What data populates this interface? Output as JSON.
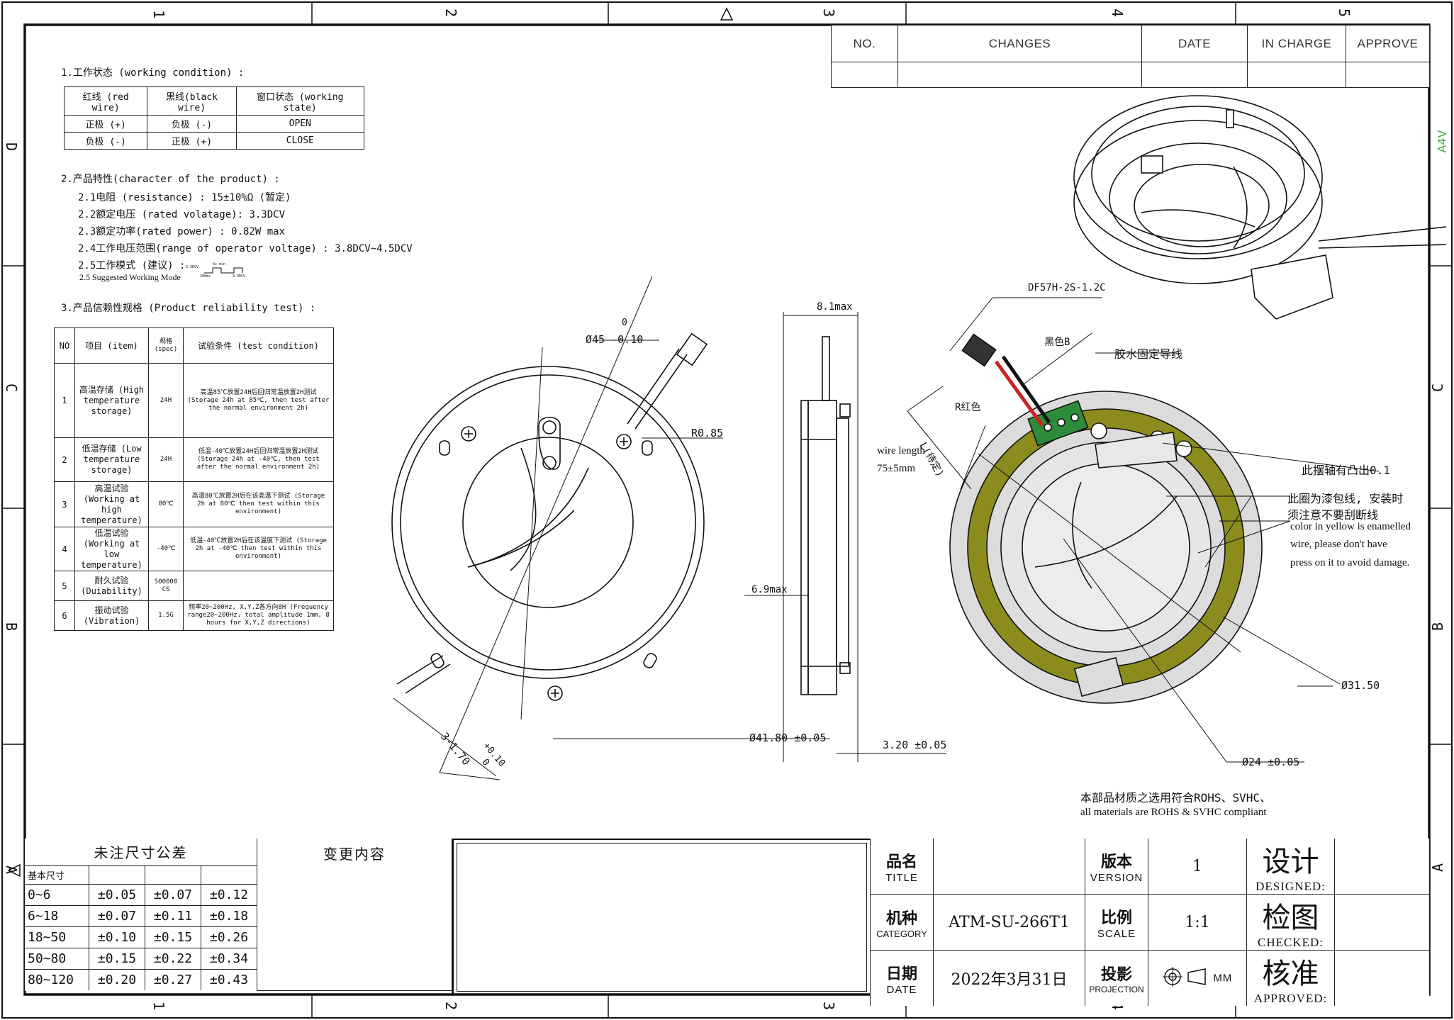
{
  "border": {
    "top_numbers": [
      "1",
      "2",
      "3",
      "4",
      "5"
    ],
    "bottom_numbers": [
      "1",
      "2",
      "3",
      "4"
    ],
    "left_letters": [
      "D",
      "C",
      "B",
      "A"
    ],
    "right_letters": [
      "C",
      "B",
      "A"
    ],
    "sheet_size": "A4V"
  },
  "revision_table": {
    "headers": [
      "NO.",
      "CHANGES",
      "DATE",
      "IN CHARGE",
      "APPROVE"
    ]
  },
  "spec": {
    "section1_title": "1.工作状态 (working condition) :",
    "working_table": {
      "headers": [
        "红线 (red wire)",
        "黑线(black wire)",
        "窗口状态 (working state)"
      ],
      "rows": [
        [
          "正极 (+)",
          "负极 (-)",
          "OPEN"
        ],
        [
          "负极 (-)",
          "正极 (+)",
          "CLOSE"
        ]
      ]
    },
    "section2_title": "2.产品特性(character of the product) :",
    "characteristics": [
      "2.1电阻 (resistance) : 15±10%Ω (暂定)",
      "2.2额定电压 (rated volatage): 3.3DCV",
      "2.3额定功率(rated power) : 0.82W max",
      "2.4工作电压范围(range of operator voltage) : 3.8DCV~4.5DCV",
      "2.5工作模式 (建议) :"
    ],
    "mode_caption": "2.5 Suggested Working Mode",
    "mode_labels": [
      "3.3DCV",
      "5s min",
      "200ms",
      "3.3DCV"
    ],
    "section3_title": "3.产品信赖性规格 (Product reliability test) :",
    "reliability_table": {
      "headers": [
        "NO",
        "项目 (item)",
        "规格 (spec)",
        "试验条件 (test condition)"
      ],
      "rows": [
        [
          "1",
          "高温存储 (High temperature storage)",
          "24H",
          "高温85℃放置24H后回归常温放置2H测试 (Storage 24h at 85℃, then test after the normal environment 2h)"
        ],
        [
          "2",
          "低温存储 (Low temperature storage)",
          "24H",
          "低温-40℃放置24H后回归常温放置2H测试 (Storage 24h at -40℃, then test after the normal environment 2h)"
        ],
        [
          "3",
          "高温试验 (Working at high temperature)",
          "80℃",
          "高温80℃放置2H后在该高温下测试 (Storage 2h at 80℃ then test within this environment)"
        ],
        [
          "4",
          "低温试验 (Working at low temperature)",
          "-40℃",
          "低温-40℃放置2H后在该温度下测试 (Storage 2h at -40℃ then test within this environment)"
        ],
        [
          "5",
          "耐久试验 (Duiability)",
          "500000 CS",
          ""
        ],
        [
          "6",
          "振动试验 (Vibration)",
          "1.5G",
          "频率20~200Hz, X,Y,Z各方向8H (Frequency range20~200Hz, total amplitude 1mm, 8 hours for X,Y,Z directions)"
        ]
      ]
    }
  },
  "dimensions": {
    "outer_dia_tol_top": "0",
    "outer_dia": "Ø45 -0.10",
    "r_corner": "R0.85",
    "holes": "3-1.70",
    "holes_tol_1": "+0.10",
    "holes_tol_2": "0",
    "body_dia": "Ø41.80 ±0.05",
    "thickness_max": "8.1max",
    "body_max": "6.9max",
    "thickness": "3.20 ±0.05",
    "connector": "DF57H-2S-1.2C",
    "black_wire": "黑色B",
    "red_wire": "R红色",
    "glue_note": "胶水固定导线",
    "wire_length_label": "wire length",
    "wire_length_value": "75±5mm",
    "l_note": "L(待定)",
    "shaft_note": "此摆轴有凸出0.1",
    "coil_note_cn_1": "此圈为漆包线, 安装时",
    "coil_note_cn_2": "须注意不要刮断线",
    "coil_note_en_1": "color in yellow is enamelled",
    "coil_note_en_2": "wire, please don't have",
    "coil_note_en_3": "press on it to avoid damage.",
    "inner_dia": "Ø31.50",
    "aperture_dia": "Ø24 ±0.05"
  },
  "notes": {
    "rohs_cn": "本部品材质之选用符合ROHS、SVHC、",
    "rohs_en": "all materials are ROHS & SVHC compliant"
  },
  "tolerance_table": {
    "title": "未注尺寸公差",
    "change_title": "变更内容",
    "base_label": "基本尺寸",
    "rows": [
      [
        "0~6",
        "±0.05",
        "±0.07",
        "±0.12"
      ],
      [
        "6~18",
        "±0.07",
        "±0.11",
        "±0.18"
      ],
      [
        "18~50",
        "±0.10",
        "±0.15",
        "±0.26"
      ],
      [
        "50~80",
        "±0.15",
        "±0.22",
        "±0.34"
      ],
      [
        "80~120",
        "±0.20",
        "±0.27",
        "±0.43"
      ]
    ]
  },
  "title_block": {
    "title_cn": "品名",
    "title_en": "TITLE",
    "category_cn": "机种",
    "category_en": "CATEGORY",
    "category_value": "ATM-SU-266T1",
    "date_cn": "日期",
    "date_en": "DATE",
    "date_value": "2022年3月31日",
    "version_cn": "版本",
    "version_en": "VERSION",
    "version_value": "1",
    "scale_cn": "比例",
    "scale_en": "SCALE",
    "scale_value": "1:1",
    "projection_cn": "投影",
    "projection_en": "PROJECTION",
    "projection_unit": "MM",
    "designed_cn": "设计",
    "designed_en": "DESIGNED:",
    "checked_cn": "检图",
    "checked_en": "CHECKED:",
    "approved_cn": "核准",
    "approved_en": "APPROVED:"
  },
  "colors": {
    "line": "#111111",
    "coil": "#8c8c1e",
    "disc": "#dcdcdc",
    "pcb": "#2e8b3a",
    "red_wire": "#cc2222",
    "sheet_tag": "#3aaa3a"
  }
}
